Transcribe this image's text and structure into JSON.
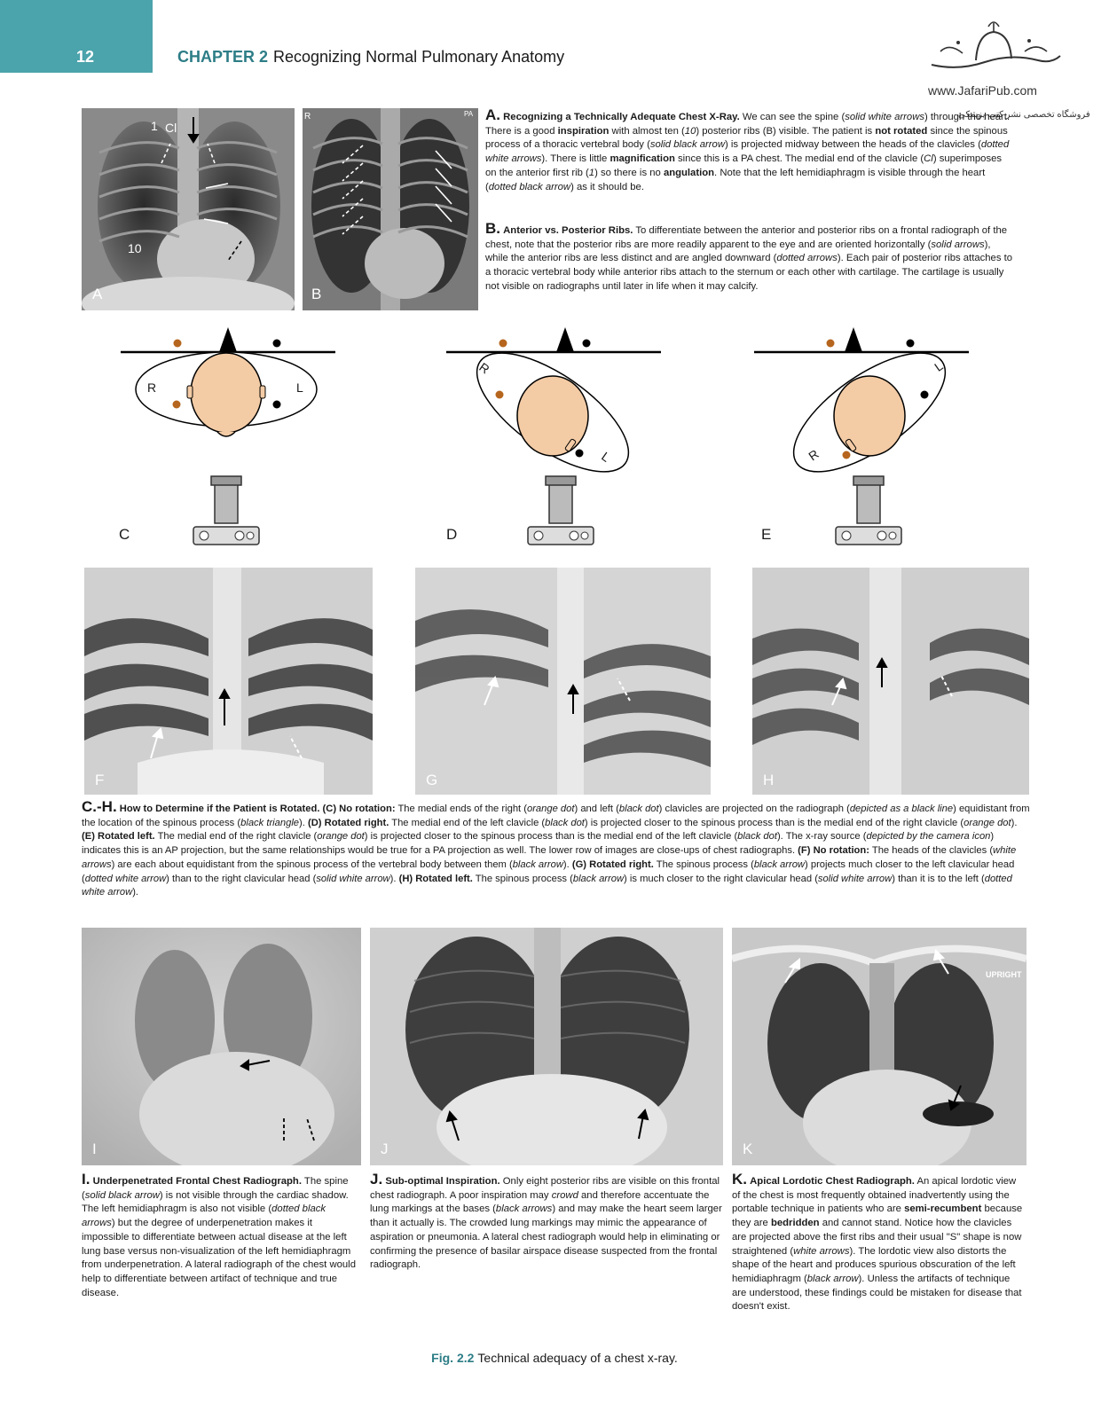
{
  "header": {
    "page_number": "12",
    "chapter_label": "CHAPTER 2",
    "chapter_title": "Recognizing Normal Pulmonary Anatomy",
    "logo_url": "www.JafariPub.com",
    "logo_subtitle": "فروشگاه تخصصی نشر کتب پزشکی"
  },
  "panels": {
    "A": {
      "letter": "A",
      "labels": [
        "1",
        "Cl",
        "10"
      ]
    },
    "B": {
      "letter": "B",
      "labels": [
        "R",
        "PA"
      ]
    },
    "C": {
      "letter": "C",
      "left": "R",
      "right": "L"
    },
    "D": {
      "letter": "D",
      "left": "R",
      "right": "L"
    },
    "E": {
      "letter": "E",
      "left": "R",
      "right": "L"
    },
    "F": {
      "letter": "F"
    },
    "G": {
      "letter": "G"
    },
    "H": {
      "letter": "H"
    },
    "I": {
      "letter": "I"
    },
    "J": {
      "letter": "J"
    },
    "K": {
      "letter": "K",
      "tag": "UPRIGHT"
    }
  },
  "captions": {
    "A": {
      "letter": "A.",
      "title": "Recognizing a Technically Adequate Chest X-Ray.",
      "p1": " We can see the spine (",
      "i1": "solid white arrows",
      "p2": ") through the heart. There is a good ",
      "b1": "inspiration",
      "p3": " with almost ten (",
      "i2": "10",
      "p4": ") posterior ribs (B) visible. The patient is ",
      "b2": "not rotated",
      "p5": " since the spinous process of a thoracic vertebral body (",
      "i3": "solid black arrow",
      "p6": ") is projected midway between the heads of the clavicles (",
      "i4": "dotted white arrows",
      "p7": "). There is little ",
      "b3": "magnification",
      "p8": " since this is a PA chest. The medial end of the clavicle (",
      "i5": "Cl",
      "p9": ") superimposes on the anterior first rib (",
      "i6": "1",
      "p10": ") so there is no ",
      "b4": "angulation",
      "p11": ". Note that the left hemidiaphragm is visible through the heart (",
      "i7": "dotted black arrow",
      "p12": ") as it should be."
    },
    "B": {
      "letter": "B.",
      "title": "Anterior vs. Posterior Ribs.",
      "p1": " To differentiate between the anterior and posterior ribs on a frontal radiograph of the chest, note that the posterior ribs are more readily apparent to the eye and are oriented horizontally (",
      "i1": "solid arrows",
      "p2": "), while the anterior ribs are less distinct and are angled downward (",
      "i2": "dotted arrows",
      "p3": "). Each pair of posterior ribs attaches to a thoracic vertebral body while anterior ribs attach to the sternum or each other with cartilage. The cartilage is usually not visible on radiographs until later in life when it may calcify."
    },
    "CH": {
      "letter": "C.-H.",
      "title": "How to Determine if the Patient is Rotated.",
      "b1": " (C) No rotation:",
      "p1": " The medial ends of the right (",
      "i1": "orange dot",
      "p2": ") and left (",
      "i2": "black dot",
      "p3": ") clavicles are projected on the radiograph (",
      "i3": "depicted as a black line",
      "p4": ") equidistant from the location of the spinous process (",
      "i4": "black triangle",
      "p5": "). ",
      "b2": "(D) Rotated right.",
      "p6": " The medial end of the left clavicle (",
      "i5": "black dot",
      "p7": ") is projected closer to the spinous process than is the medial end of the right clavicle (",
      "i6": "orange dot",
      "p8": "). ",
      "b3": "(E) Rotated left.",
      "p9": " The medial end of the right clavicle (",
      "i7": "orange dot",
      "p10": ") is projected closer to the spinous process than is the medial end of the left clavicle (",
      "i8": "black dot",
      "p11": "). The x-ray source (",
      "i9": "depicted by the camera icon",
      "p12": ") indicates this is an AP projection, but the same relationships would be true for a PA projection as well. The lower row of images are close-ups of chest radiographs. ",
      "b4": "(F) No rotation:",
      "p13": " The heads of the clavicles (",
      "i10": "white arrows",
      "p14": ") are each about equidistant from the spinous process of the vertebral body between them (",
      "i11": "black arrow",
      "p15": "). ",
      "b5": "(G) Rotated right.",
      "p16": " The spinous process (",
      "i12": "black arrow",
      "p17": ") projects much closer to the left clavicular head (",
      "i13": "dotted white arrow",
      "p18": ") than to the right clavicular head (",
      "i14": "solid white arrow",
      "p19": "). ",
      "b6": "(H) Rotated left.",
      "p20": " The spinous process (",
      "i15": "black arrow",
      "p21": ") is much closer to the right clavicular head (",
      "i16": "solid white arrow",
      "p22": ") than it is to the left (",
      "i17": "dotted white arrow",
      "p23": ")."
    },
    "I": {
      "letter": "I.",
      "title": "Underpenetrated Frontal Chest Radiograph.",
      "p1": " The spine (",
      "i1": "solid black arrow",
      "p2": ") is not visible through the cardiac shadow. The left hemidiaphragm is also not visible (",
      "i2": "dotted black arrows",
      "p3": ") but the degree of underpenetration makes it impossible to differentiate between actual disease at the left lung base versus non-visualization of the left hemidiaphragm from underpenetration. A lateral radiograph of the chest would help to differentiate between artifact of technique and true disease."
    },
    "J": {
      "letter": "J.",
      "title": "Sub-optimal Inspiration.",
      "p1": " Only eight posterior ribs are visible on this frontal chest radiograph. A poor inspiration may ",
      "i1": "crowd",
      "p2": " and therefore accentuate the lung markings at the bases (",
      "i2": "black arrows",
      "p3": ") and may make the heart seem larger than it actually is. The crowded lung markings may mimic the appearance of aspiration or pneumonia. A lateral chest radiograph would help in eliminating or confirming the presence of basilar airspace disease suspected from the frontal radiograph."
    },
    "K": {
      "letter": "K.",
      "title": "Apical Lordotic Chest Radiograph.",
      "p1": " An apical lordotic view of the chest is most frequently obtained inadvertently using the portable technique in patients who are ",
      "b1": "semi-recumbent",
      "p2": " because they are ",
      "b2": "bedridden",
      "p3": " and cannot stand. Notice how the clavicles are projected above the first ribs and their usual \"S\" shape is now straightened (",
      "i1": "white arrows",
      "p4": "). The lordotic view also distorts the shape of the heart and produces spurious obscuration of the left hemidiaphragm (",
      "i2": "black arrow",
      "p5": "). Unless the artifacts of technique are understood, these findings could be mistaken for disease that doesn't exist."
    }
  },
  "figure_caption": {
    "label": "Fig. 2.2",
    "text": "Technical adequacy of a chest x-ray."
  },
  "colors": {
    "accent": "#4ba3ab",
    "accent_dark": "#2d7d86",
    "orange_dot": "#b5651d",
    "skin": "#f3cba5"
  }
}
